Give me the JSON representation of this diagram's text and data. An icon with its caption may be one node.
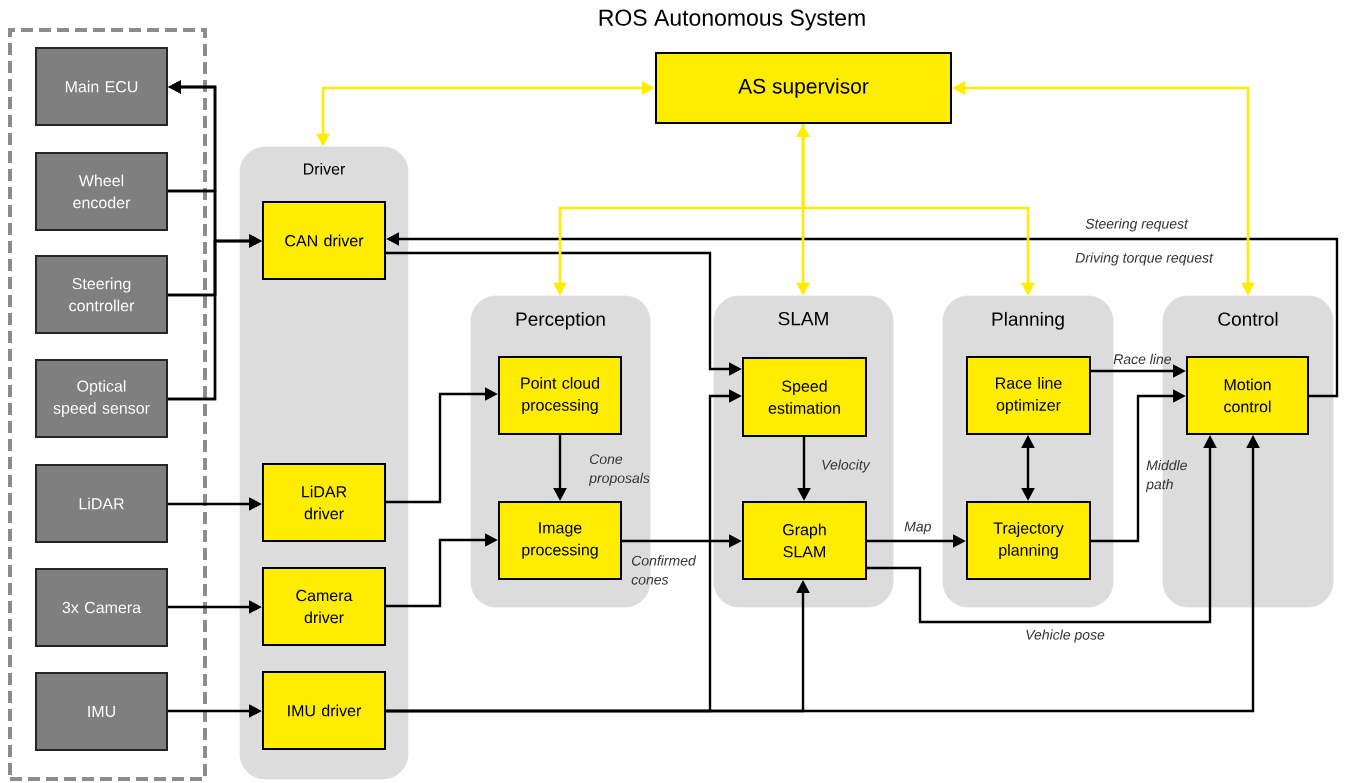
{
  "diagram": {
    "title": "ROS Autonomous System",
    "nodes": [
      {
        "text": [],
        "shape": "box"
      },
      {
        "text": [
          "Main ECU"
        ],
        "in": 0
      },
      {
        "text": [
          "Wheel encoder"
        ],
        "in": 0
      },
      {
        "text": [
          "Steering controller"
        ],
        "in": 0
      },
      {
        "text": [
          "Optical speed sensor"
        ],
        "in": 0
      },
      {
        "text": [
          "LiDAR"
        ],
        "in": 0
      },
      {
        "text": [
          "3x Camera"
        ],
        "in": 0
      },
      {
        "text": [
          "IMU"
        ],
        "in": 0
      },
      {
        "text": [
          "AS supervisor"
        ]
      },
      {
        "text": [
          "Driver"
        ]
      },
      {
        "text": [
          "CAN driver"
        ],
        "in": 9
      },
      {
        "text": [
          "LiDAR driver"
        ],
        "in": 9
      },
      {
        "text": [
          "Camera driver"
        ],
        "in": 9
      },
      {
        "text": [
          "IMU driver"
        ],
        "in": 9
      },
      {
        "text": [
          "Perception"
        ]
      },
      {
        "text": [
          "Point cloud processing"
        ],
        "in": 14
      },
      {
        "text": [
          "Image processing"
        ],
        "in": 14
      },
      {
        "text": [
          "SLAM"
        ]
      },
      {
        "text": [
          "Speed estimation"
        ],
        "in": 17
      },
      {
        "text": [
          "Graph SLAM"
        ],
        "in": 17
      },
      {
        "text": [
          "Planning"
        ]
      },
      {
        "text": [
          "Race line optimizer"
        ],
        "in": 20
      },
      {
        "text": [
          "Trajectory planning"
        ],
        "in": 20
      },
      {
        "text": [
          "Control"
        ]
      },
      {
        "text": [
          "Motion control"
        ],
        "in": 23
      }
    ],
    "edges": [
      {
        "from": 2,
        "to": 1,
        "arrow": "to"
      },
      {
        "from": 3,
        "to": 1,
        "arrow": "to"
      },
      {
        "from": 4,
        "to": 1,
        "arrow": "to"
      },
      {
        "from": 2,
        "to": 10,
        "arrow": "to"
      },
      {
        "from": 3,
        "to": 10,
        "arrow": "to"
      },
      {
        "from": 4,
        "to": 10,
        "arrow": "to"
      },
      {
        "from": 5,
        "to": 11,
        "arrow": "to"
      },
      {
        "from": 6,
        "to": 12,
        "arrow": "to"
      },
      {
        "from": 7,
        "to": 13,
        "arrow": "to"
      },
      {
        "from": 11,
        "to": 15,
        "arrow": "to"
      },
      {
        "from": 12,
        "to": 16,
        "arrow": "to"
      },
      {
        "from": 15,
        "to": 16,
        "arrow": "to",
        "label": "Cone proposals"
      },
      {
        "from": 16,
        "to": 19,
        "arrow": "to",
        "label": "Confirmed cones"
      },
      {
        "from": 10,
        "to": 18,
        "arrow": "to"
      },
      {
        "from": 24,
        "to": 10,
        "arrow": "to",
        "label": "Steering request"
      },
      {
        "from": 13,
        "to": 18,
        "arrow": "to"
      },
      {
        "from": 13,
        "to": 19,
        "arrow": "to"
      },
      {
        "from": 13,
        "to": 24,
        "arrow": "to"
      },
      {
        "from": 18,
        "to": 19,
        "arrow": "to",
        "label": "Velocity"
      },
      {
        "from": 19,
        "to": 22,
        "arrow": "to",
        "label": "Map"
      },
      {
        "from": 19,
        "to": 24,
        "arrow": "to",
        "label": "Vehicle pose"
      },
      {
        "from": 21,
        "to": 24,
        "arrow": "to",
        "label": "Race line"
      },
      {
        "from": 22,
        "to": 24,
        "arrow": "to",
        "label": "Middle path"
      },
      {
        "from": 21,
        "to": 22,
        "arrow": "both"
      },
      {
        "from": 8,
        "to": 9,
        "arrow": "both",
        "color": "#ffec00"
      },
      {
        "from": 8,
        "to": 14,
        "arrow": "to",
        "color": "#ffec00"
      },
      {
        "from": 8,
        "to": 17,
        "arrow": "both",
        "color": "#ffec00"
      },
      {
        "from": 8,
        "to": 20,
        "arrow": "to",
        "color": "#ffec00"
      },
      {
        "from": 8,
        "to": 23,
        "arrow": "both",
        "color": "#ffec00"
      }
    ],
    "labels": [
      "Driving torque request"
    ]
  }
}
